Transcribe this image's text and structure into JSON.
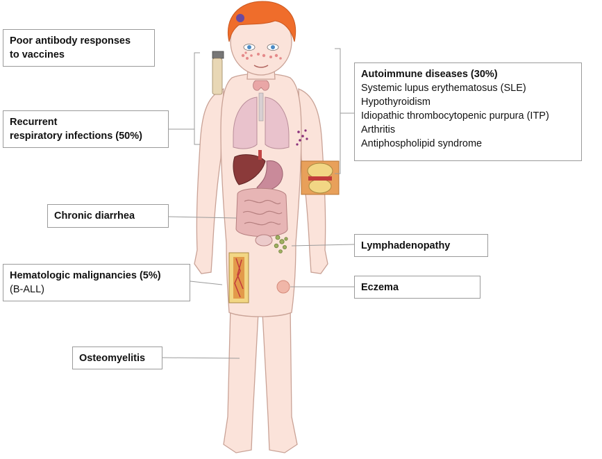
{
  "labels": {
    "vaccines": [
      "Poor antibody responses",
      "to vaccines"
    ],
    "respiratory": [
      "Recurrent",
      "respiratory infections (50%)"
    ],
    "autoimmune": {
      "title": "Autoimmune diseases (30%)",
      "items": [
        "Systemic lupus erythematosus (SLE)",
        "Hypothyroidism",
        "Idiopathic thrombocytopenic purpura (ITP)",
        "Arthritis",
        "Antiphospholipid syndrome"
      ]
    },
    "diarrhea": "Chronic diarrhea",
    "lymph": "Lymphadenopathy",
    "heme": [
      "Hematologic malignancies (5%)",
      "(B-ALL)"
    ],
    "eczema": "Eczema",
    "osteo": "Osteomyelitis"
  },
  "colors": {
    "skin": "#fbe3da",
    "skin_outline": "#c9a296",
    "hair": "#ef6d2b",
    "lung": "#e9c2cc",
    "liver": "#8b3a3a",
    "stomach": "#c98a9a",
    "intestine": "#e7b5b5",
    "bone_marrow": "#f2d684",
    "lymph_node": "#9fb062",
    "connector": "#9a9a9a"
  }
}
